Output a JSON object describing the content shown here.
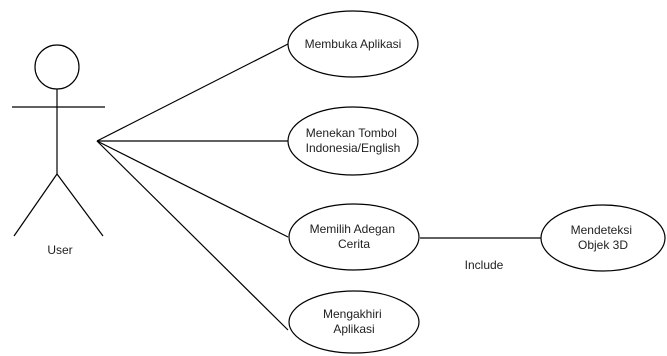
{
  "actor": {
    "name": "User"
  },
  "use_cases": [
    {
      "id": "uc1",
      "lines": [
        "Membuka Aplikasi"
      ]
    },
    {
      "id": "uc2",
      "lines": [
        "Menekan Tombol",
        "Indonesia/English"
      ]
    },
    {
      "id": "uc3",
      "lines": [
        "Memilih Adegan",
        "Cerita"
      ]
    },
    {
      "id": "uc4",
      "lines": [
        "Mengakhiri",
        "Aplikasi"
      ]
    },
    {
      "id": "uc5",
      "lines": [
        "Mendeteksi",
        "Objek 3D"
      ]
    }
  ],
  "relations": [
    {
      "from": "uc3",
      "to": "uc5",
      "label": "Include"
    }
  ],
  "colors": {
    "stroke": "#000000",
    "fill": "#ffffff",
    "text": "#222222"
  }
}
